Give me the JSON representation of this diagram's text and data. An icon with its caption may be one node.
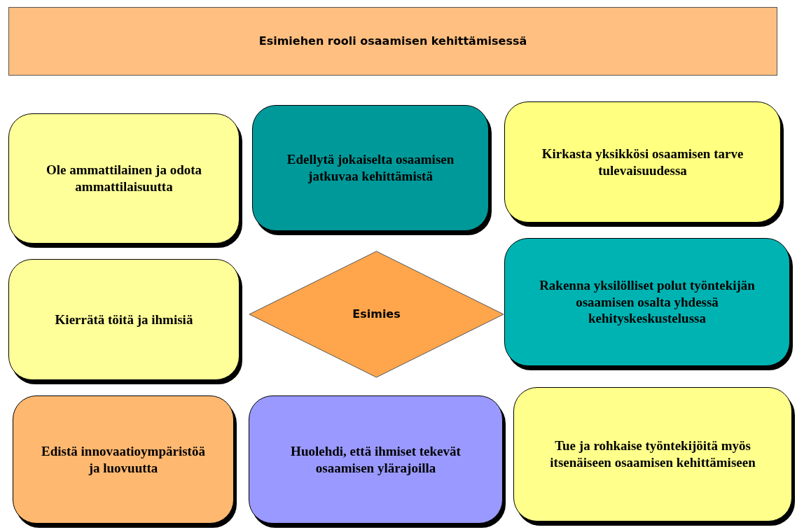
{
  "diagram": {
    "nodes": [
      {
        "text": [
          "Esimiehen rooli osaamisen kehittämisessä"
        ]
      },
      {
        "text": [
          "Ole ammattilainen ja odota ammattilaisuutta"
        ]
      },
      {
        "text": [
          "Edellytä jokaiselta osaamisen jatkuvaa kehittämistä"
        ]
      },
      {
        "text": [
          "Kirkasta yksikkösi osaamisen tarve tulevaisuudessa"
        ]
      },
      {
        "text": [
          "Kierrätä töitä ja ihmisiä"
        ]
      },
      {
        "text": [
          "Esimies"
        ]
      },
      {
        "text": [
          "Rakenna yksilölliset polut työntekijän osaamisen osalta yhdessä kehityskeskustelussa"
        ]
      },
      {
        "text": [
          "Edistä innovaatioympäristöä ja luovuutta"
        ]
      },
      {
        "text": [
          "Huolehdi, että ihmiset tekevät osaamisen ylärajoilla"
        ]
      },
      {
        "text": [
          "Tue ja rohkaise työntekijöitä myös itsenäiseen osaamisen kehittämiseen"
        ]
      }
    ]
  }
}
